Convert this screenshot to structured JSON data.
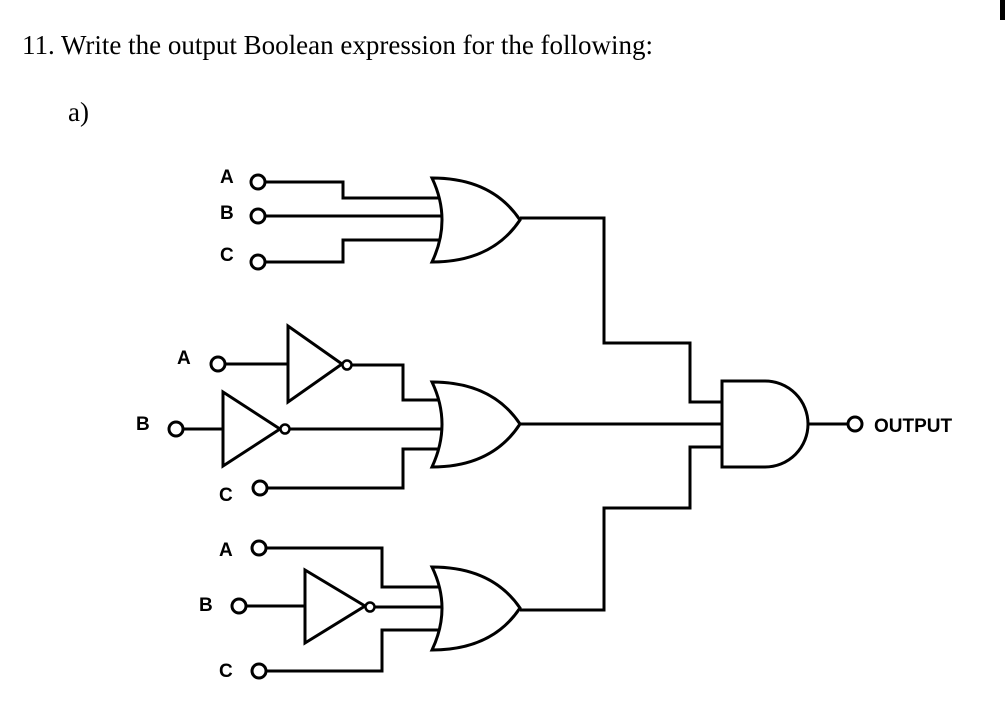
{
  "question": {
    "text": "11. Write the output Boolean expression for the following:"
  },
  "part_label": "a)",
  "circuit": {
    "output_label": "OUTPUT",
    "group1_inputs": [
      "A",
      "B",
      "C"
    ],
    "group2_inputs": [
      "A",
      "B",
      "C"
    ],
    "group3_inputs": [
      "A",
      "B",
      "C"
    ],
    "gates": [
      "or-gate-top",
      "not-gate-a",
      "not-gate-b",
      "or-gate-middle",
      "not-gate-b2",
      "or-gate-bottom",
      "and-gate-output"
    ]
  }
}
